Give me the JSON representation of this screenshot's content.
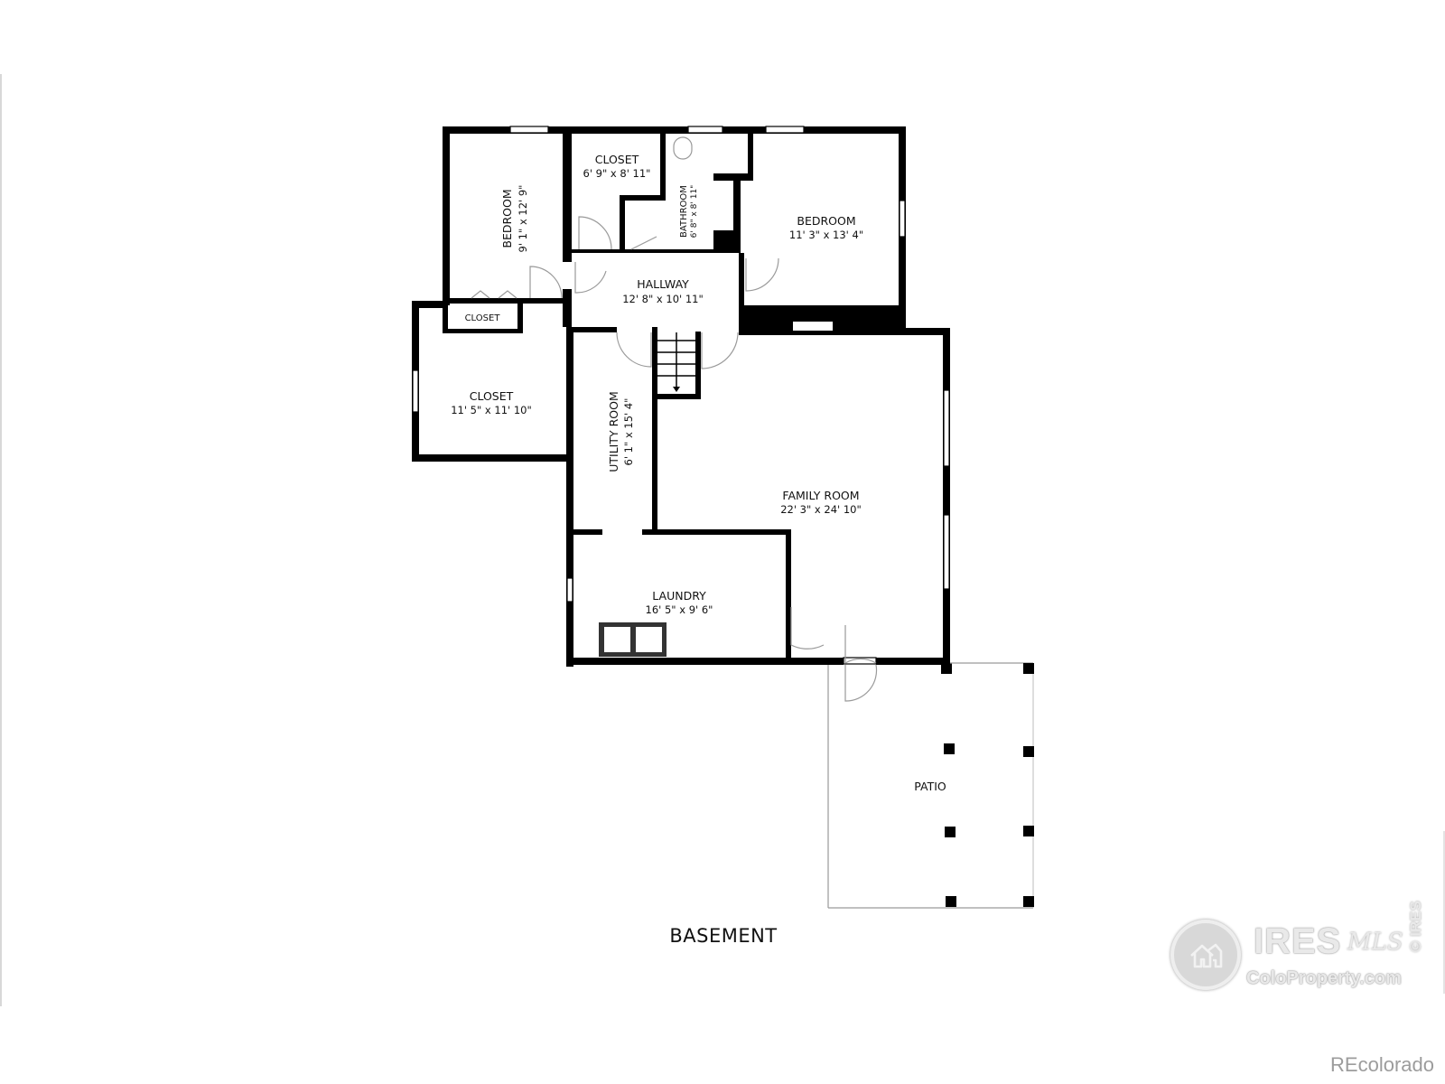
{
  "floor": {
    "label": "BASEMENT"
  },
  "rooms": {
    "bedroom_west": {
      "name": "BEDROOM",
      "dims": "9' 1\" x 12' 9\""
    },
    "closet_north": {
      "name": "CLOSET",
      "dims": "6' 9\" x 8' 11\""
    },
    "bathroom": {
      "name": "BATHROOM",
      "dims": "6' 8\" x 8' 11\""
    },
    "bedroom_east": {
      "name": "BEDROOM",
      "dims": "11' 3\" x 13' 4\""
    },
    "hallway": {
      "name": "HALLWAY",
      "dims": "12' 8\" x 10' 11\""
    },
    "closet_small": {
      "name": "CLOSET"
    },
    "closet_west": {
      "name": "CLOSET",
      "dims": "11' 5\" x 11' 10\""
    },
    "utility_room": {
      "name": "UTILITY ROOM",
      "dims": "6' 1\" x 15' 4\""
    },
    "family_room": {
      "name": "FAMILY ROOM",
      "dims": "22' 3\" x 24' 10\""
    },
    "laundry": {
      "name": "LAUNDRY",
      "dims": "16' 5\" x 9' 6\""
    },
    "patio": {
      "name": "PATIO"
    }
  },
  "watermark": {
    "brand": "IRES",
    "script": "MLS",
    "site": "ColoProperty.com",
    "copyright": "© IRES",
    "icon": "house-icon"
  },
  "credit": "REcolorado"
}
